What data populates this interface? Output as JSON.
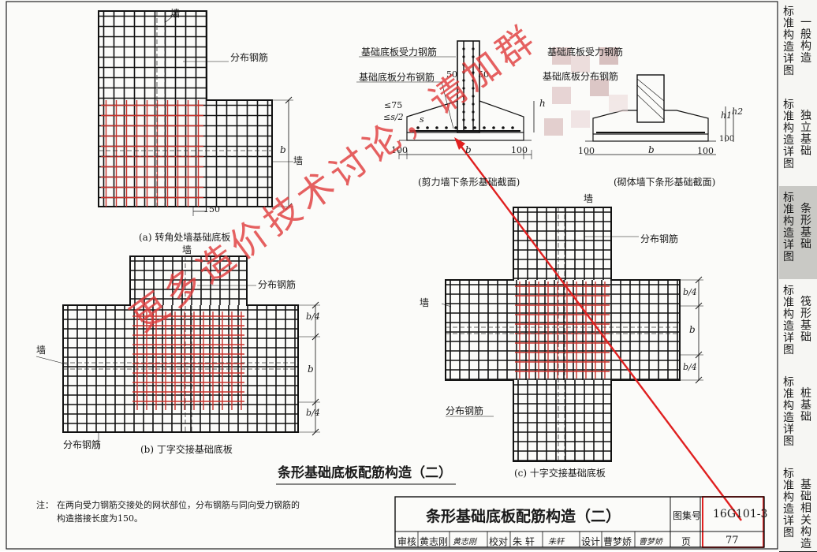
{
  "sheet": {
    "main_title": "条形基础底板配筋构造（二）",
    "note": {
      "prefix": "注：",
      "line1": "在两向受力钢筋交接处的网状部位，分布钢筋与同向受力钢筋的",
      "line2": "构造搭接长度为150。"
    }
  },
  "figures": {
    "a": {
      "caption": "(a) 转角处墙基础底板",
      "labels": {
        "wall_top": "墙",
        "distribution": "分布钢筋",
        "wall_right": "墙",
        "b": "b",
        "dim_150": "150"
      }
    },
    "b": {
      "caption": "(b) 丁字交接基础底板",
      "labels": {
        "wall_top": "墙",
        "distribution_top": "分布钢筋",
        "wall_left": "墙",
        "distribution_bottom": "分布钢筋",
        "b4_top": "b/4",
        "b": "b",
        "b4_bottom": "b/4"
      }
    },
    "c": {
      "caption": "(c) 十字交接基础底板",
      "labels": {
        "wall_top": "墙",
        "distribution_top": "分布钢筋",
        "wall_left": "墙",
        "distribution_bottom": "分布钢筋",
        "b4_top": "b/4",
        "b": "b",
        "b4_bottom": "b/4"
      }
    },
    "section_shear": {
      "caption": "(剪力墙下条形基础截面)",
      "labels": {
        "main_bar": "基础底板受力钢筋",
        "dist_bar": "基础底板分布钢筋",
        "le75": "≤75",
        "les2": "≤s/2",
        "s": "s",
        "fifty_a": "50",
        "fifty_b": "50",
        "h": "h",
        "dim_left": "100",
        "b": "b",
        "dim_right": "100"
      }
    },
    "section_masonry": {
      "caption": "(砌体墙下条形基础截面)",
      "labels": {
        "main_bar": "基础底板受力钢筋",
        "dist_bar": "基础底板分布钢筋",
        "h1": "h1",
        "h2": "h2",
        "dim_left": "100",
        "b": "b",
        "dim_right": "100",
        "dim_side": "100"
      }
    }
  },
  "title_block": {
    "title": "条形基础底板配筋构造（二）",
    "atlas_label": "图集号",
    "atlas_no": "16G101-3",
    "review_label": "审核",
    "review_name": "黄志刚",
    "review_sign": "黄志刚",
    "check_label": "校对",
    "check_name": "朱 轩",
    "check_sign": "朱轩",
    "design_label": "设计",
    "design_name": "曹梦娇",
    "design_sign": "曹梦娇",
    "page_label": "页",
    "page_no": "77"
  },
  "side_tabs": [
    {
      "col1": "标准构造详图",
      "col2": "一般构造",
      "active": false
    },
    {
      "col1": "标准构造详图",
      "col2": "独立基础",
      "active": false
    },
    {
      "col1": "标准构造详图",
      "col2": "条形基础",
      "active": true
    },
    {
      "col1": "标准构造详图",
      "col2": "筏形基础",
      "active": false
    },
    {
      "col1": "标准构造详图",
      "col2": "桩基础",
      "active": false
    },
    {
      "col1": "标准构造详图",
      "col2": "基础相关构造",
      "active": false
    }
  ],
  "watermark": {
    "text": "更多造价技术讨论，请加群",
    "color": "#e03a3a"
  },
  "colors": {
    "ink": "#1a1a1a",
    "highlight_red": "#c8332c",
    "annotation_red": "#e02020",
    "active_tab": "#c9c9c5"
  }
}
